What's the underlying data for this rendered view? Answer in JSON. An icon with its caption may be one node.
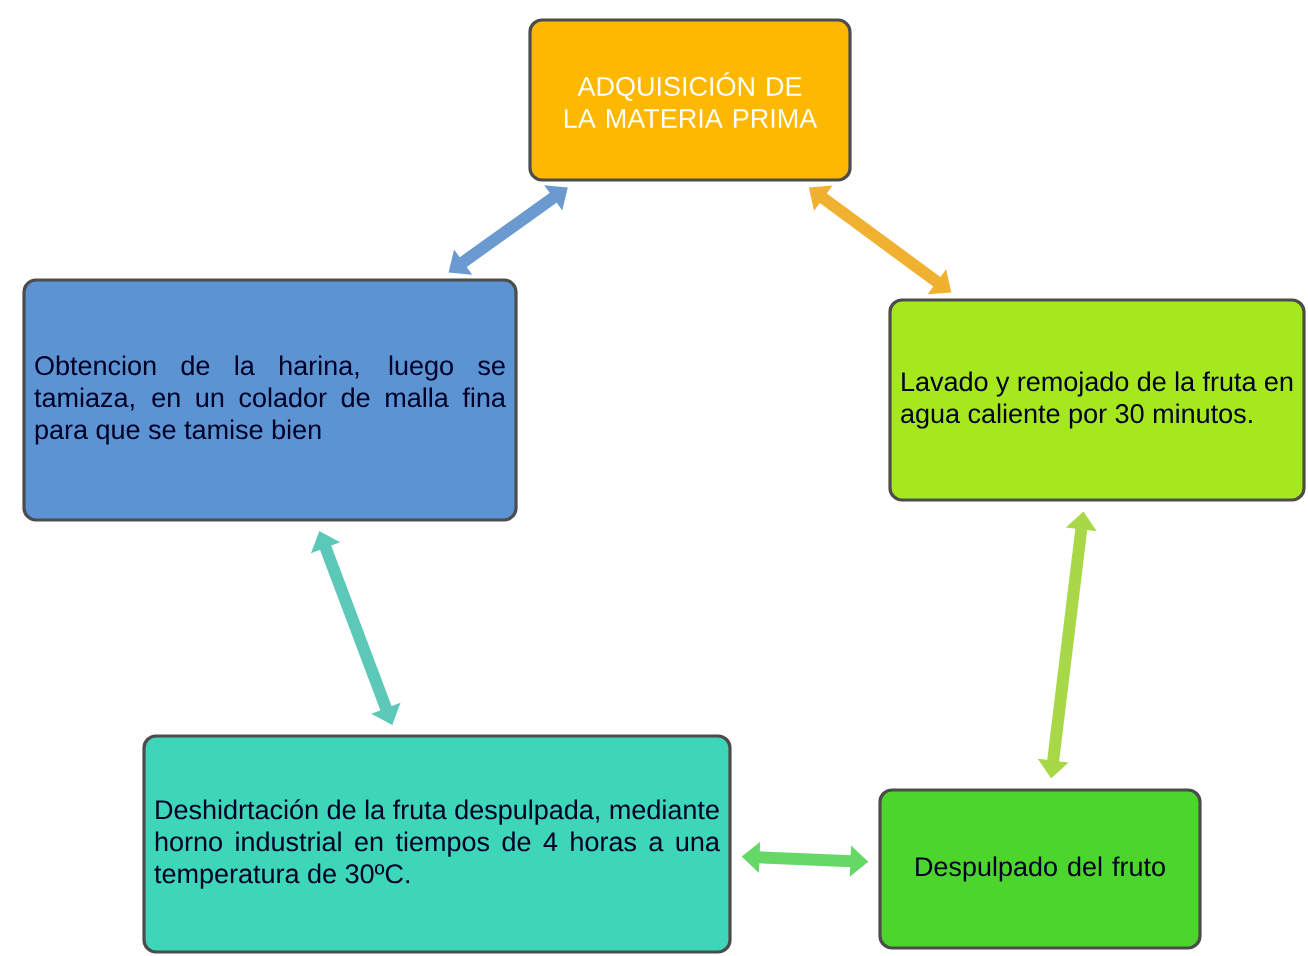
{
  "diagram": {
    "nodes": [
      {
        "text": [
          "ADQUISICIÓN DE LA MATERIA PRIMA"
        ]
      },
      {
        "text": [
          "Lavado y remojado de la fruta en agua caliente por 30 minutos."
        ]
      },
      {
        "text": [
          "Despulpado del fruto"
        ]
      },
      {
        "text": [
          "Deshidrtación de la fruta despulpada, mediante horno industrial en tiempos de 4 horas a una temperatura de 30ºC."
        ]
      },
      {
        "text": [
          "Obtencion de la harina, luego se tamiaza, en un colador de malla fina para que se tamise bien"
        ]
      }
    ],
    "edges": [
      {
        "from": 0,
        "to": 1,
        "arrow": "both",
        "color": "#f0b030"
      },
      {
        "from": 1,
        "to": 2,
        "arrow": "both",
        "color": "#a8d848"
      },
      {
        "from": 2,
        "to": 3,
        "arrow": "both",
        "color": "#66d866"
      },
      {
        "from": 3,
        "to": 4,
        "arrow": "both",
        "color": "#5cc8b8"
      },
      {
        "from": 4,
        "to": 0,
        "arrow": "both",
        "color": "#6a9ad0"
      }
    ]
  }
}
